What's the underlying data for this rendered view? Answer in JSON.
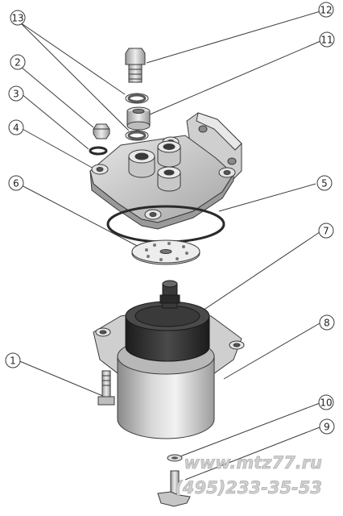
{
  "callouts": {
    "c1": "1",
    "c2": "2",
    "c3": "3",
    "c4": "4",
    "c5": "5",
    "c6": "6",
    "c7": "7",
    "c8": "8",
    "c9": "9",
    "c10": "10",
    "c11": "11",
    "c12": "12",
    "c13": "13"
  },
  "watermark": {
    "site": "www.mtz77.ru",
    "phone": "(495)233-35-53"
  },
  "colors": {
    "line": "#3a3a3a",
    "metal_light": "#d2d2d2",
    "metal_mid": "#a8a8a8",
    "metal_dark": "#6e6e6e",
    "filter_dark": "#2b2b2b"
  }
}
